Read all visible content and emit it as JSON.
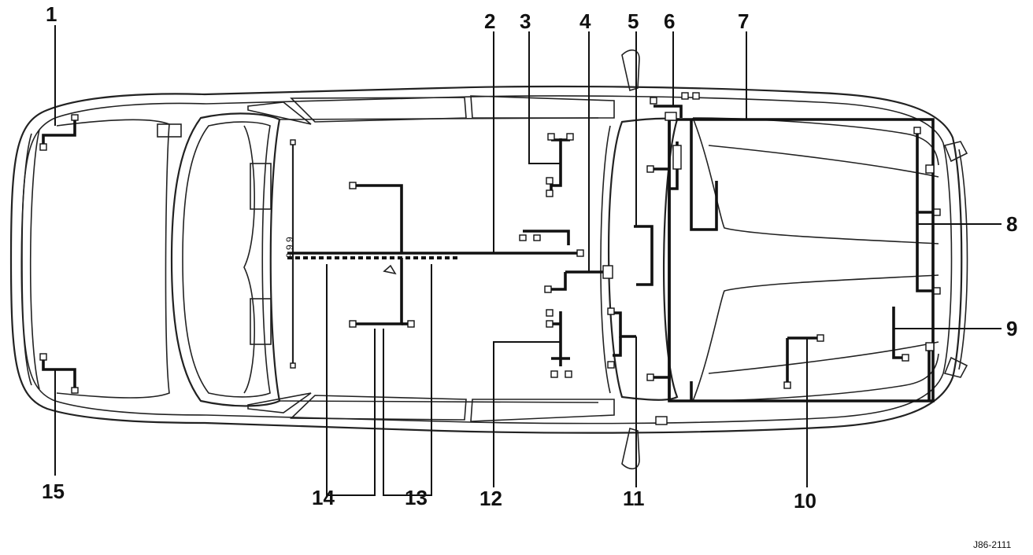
{
  "callouts": [
    {
      "id": "1",
      "label": "1"
    },
    {
      "id": "2",
      "label": "2"
    },
    {
      "id": "3",
      "label": "3"
    },
    {
      "id": "4",
      "label": "4"
    },
    {
      "id": "5",
      "label": "5"
    },
    {
      "id": "6",
      "label": "6"
    },
    {
      "id": "7",
      "label": "7"
    },
    {
      "id": "8",
      "label": "8"
    },
    {
      "id": "9",
      "label": "9"
    },
    {
      "id": "10",
      "label": "10"
    },
    {
      "id": "11",
      "label": "11"
    },
    {
      "id": "12",
      "label": "12"
    },
    {
      "id": "13",
      "label": "13"
    },
    {
      "id": "14",
      "label": "14"
    },
    {
      "id": "15",
      "label": "15"
    }
  ],
  "reference_code": "J86-2111"
}
